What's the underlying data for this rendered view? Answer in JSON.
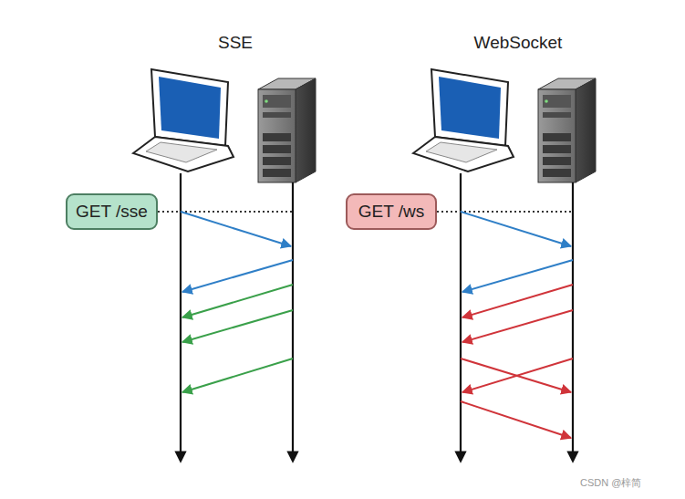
{
  "diagram": {
    "nodes": [
      {
        "text": [
          "GET /sse"
        ]
      },
      {
        "text": [
          "GET /ws"
        ]
      }
    ],
    "labels": [
      "SSE",
      "WebSocket",
      "CSDN @梓简"
    ]
  }
}
